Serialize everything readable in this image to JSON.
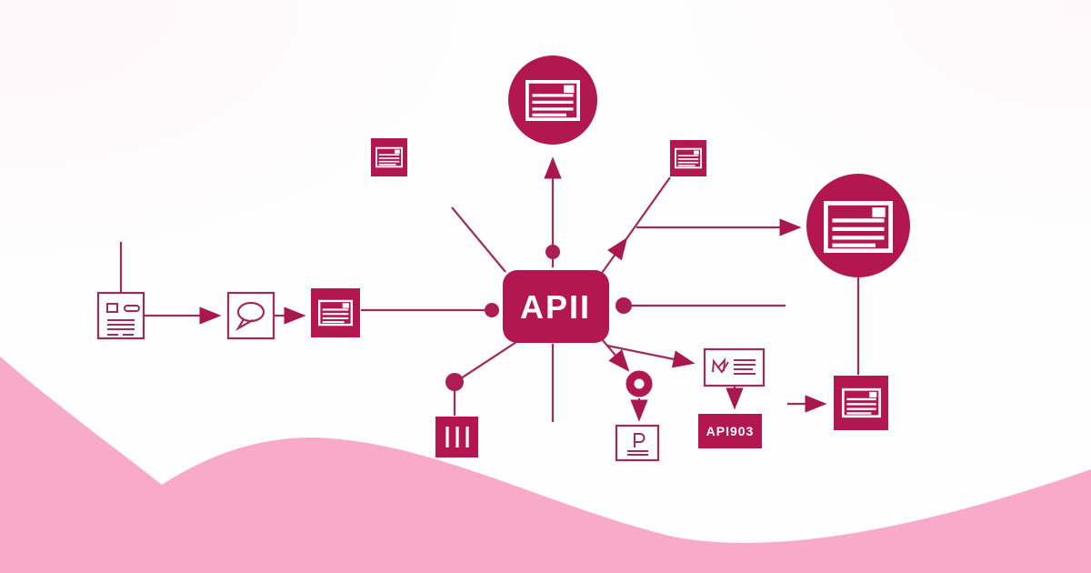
{
  "meta": {
    "description": "API integration hub-and-spoke flow diagram illustration with pink wave footer"
  },
  "colors": {
    "node_crimson": "#b3174f",
    "connector_line": "#a02b57",
    "arrowhead": "#a8174e",
    "wave_pink": "#f9aac9",
    "icon_white": "#ffffff",
    "background": "#fefefe"
  },
  "hub": {
    "label": "APII"
  },
  "status_box": {
    "label": "API903"
  },
  "nodes": [
    {
      "id": "document-outline-left",
      "icon": "document-icon",
      "style": "outlined-square"
    },
    {
      "id": "chat-bubble-box",
      "icon": "speech-bubble-icon",
      "style": "outlined-square"
    },
    {
      "id": "document-filled-left",
      "icon": "document-lines-icon",
      "style": "filled-square"
    },
    {
      "id": "document-small-top-left",
      "icon": "document-lines-icon",
      "style": "filled-square"
    },
    {
      "id": "api-hub",
      "label": "APII",
      "style": "filled-rounded-rect"
    },
    {
      "id": "browser-circle-top",
      "icon": "browser-window-icon",
      "style": "filled-circle"
    },
    {
      "id": "document-small-top-right",
      "icon": "document-lines-icon",
      "style": "filled-square"
    },
    {
      "id": "browser-circle-right",
      "icon": "browser-window-icon",
      "style": "filled-circle"
    },
    {
      "id": "barcode-square",
      "icon": "barcode-icon",
      "style": "filled-square"
    },
    {
      "id": "ring-connector",
      "icon": "ring-icon",
      "style": "filled-ring"
    },
    {
      "id": "price-doc-box",
      "icon": "currency-document-icon",
      "style": "outlined-box"
    },
    {
      "id": "checklist-box",
      "icon": "check-list-icon",
      "style": "outlined-box"
    },
    {
      "id": "api-status-box",
      "label": "API903",
      "style": "filled-rect"
    },
    {
      "id": "browser-square-bottom-right",
      "icon": "browser-window-icon",
      "style": "filled-square"
    }
  ]
}
